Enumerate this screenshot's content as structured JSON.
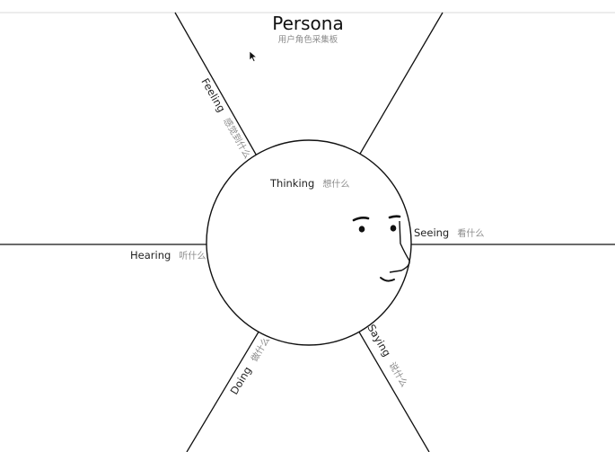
{
  "title": "Persona",
  "subtitle": "用户角色采集板",
  "sections": {
    "thinking": {
      "label": "Thinking",
      "cn": "想什么"
    },
    "feeling": {
      "label": "Feeling",
      "cn": "感觉到什么"
    },
    "seeing": {
      "label": "Seeing",
      "cn": "看什么"
    },
    "hearing": {
      "label": "Hearing",
      "cn": "听什么"
    },
    "doing": {
      "label": "Doing",
      "cn": "做什么"
    },
    "saying": {
      "label": "Saying",
      "cn": "说什么"
    }
  },
  "colors": {
    "line": "#111111",
    "background": "#ffffff"
  },
  "icons": {
    "cursor": "mouse-pointer-icon"
  }
}
